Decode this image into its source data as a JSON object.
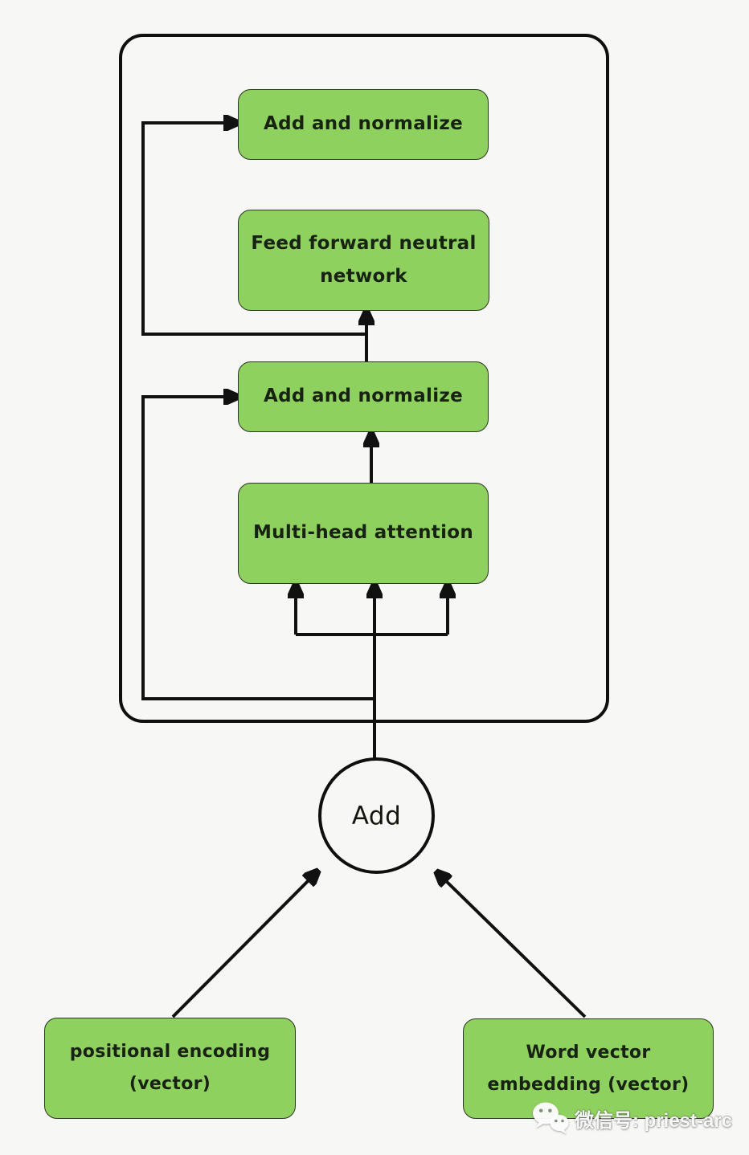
{
  "page": {
    "background_color": "#f7f7f5"
  },
  "colors": {
    "node_fill": "#8fd15f",
    "node_border": "#2a3620",
    "line_color": "#111111",
    "text_color": "#182211",
    "watermark_text_color": "#ffffff"
  },
  "encoder_block": {
    "nodes": [
      {
        "id": "add-and-normalize-top",
        "label": "Add and normalize"
      },
      {
        "id": "feed-forward-network",
        "label": "Feed forward neutral network"
      },
      {
        "id": "add-and-normalize-lower",
        "label": "Add and normalize"
      },
      {
        "id": "multi-head-attention",
        "label": "Multi-head attention"
      }
    ]
  },
  "combiner": {
    "label": "Add"
  },
  "inputs": [
    {
      "id": "positional-encoding",
      "label": "positional encoding (vector)"
    },
    {
      "id": "word-vector-embedding",
      "label": "Word vector embedding (vector)"
    }
  ],
  "watermark": {
    "icon": "wechat-icon",
    "text": "微信号: priest-arc"
  }
}
